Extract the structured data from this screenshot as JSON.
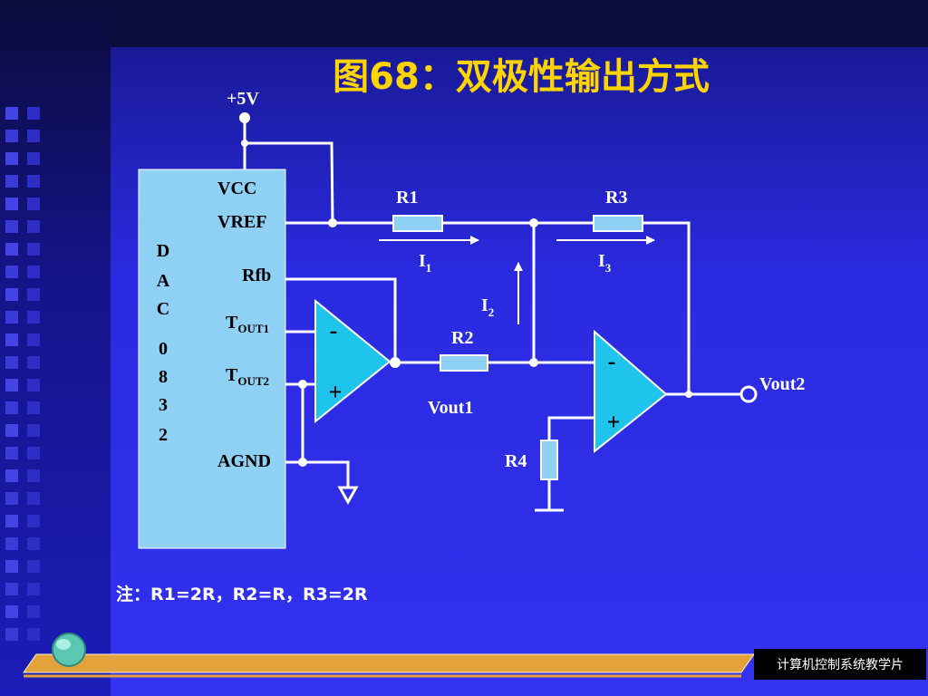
{
  "slide": {
    "title": "图68：双极性输出方式",
    "note": "注：R1=2R，R2=R，R3=2R",
    "footer": "计算机控制系统教学片"
  },
  "circuit": {
    "supply_label": "+5V",
    "chip_name_letters": [
      "D",
      "A",
      "C",
      "0",
      "8",
      "3",
      "2"
    ],
    "pins": {
      "vcc": "VCC",
      "vref": "VREF",
      "rfb": "Rfb",
      "tout1_main": "T",
      "tout1_sub": "OUT1",
      "tout2_main": "T",
      "tout2_sub": "OUT2",
      "agnd": "AGND"
    },
    "resistors": {
      "r1": "R1",
      "r2": "R2",
      "r3": "R3",
      "r4": "R4"
    },
    "currents": {
      "i1_main": "I",
      "i1_sub": "1",
      "i2_main": "I",
      "i2_sub": "2",
      "i3_main": "I",
      "i3_sub": "3"
    },
    "opamp_signs": {
      "minus": "-",
      "plus": "+"
    },
    "outputs": {
      "vout1": "Vout1",
      "vout2": "Vout2"
    }
  },
  "colors": {
    "title": "#ffd400",
    "wire": "#ffffff",
    "chip": "#8fd0f5",
    "opamp": "#1ec4ec",
    "resistor": "#8fd0f5",
    "label": "#ffffff"
  }
}
